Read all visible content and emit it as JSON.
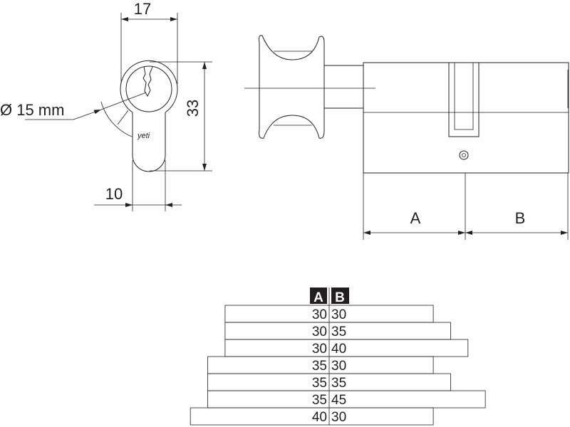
{
  "front_view": {
    "width_label": "17",
    "height_label": "33",
    "bottom_width_label": "10",
    "diameter_label": "Ø 15 mm",
    "brand_mark": "yeti"
  },
  "side_view": {
    "dim_a_label": "A",
    "dim_b_label": "B"
  },
  "table": {
    "header_a": "A",
    "header_b": "B",
    "rows": [
      {
        "a": "30",
        "b": "30"
      },
      {
        "a": "30",
        "b": "35"
      },
      {
        "a": "30",
        "b": "40"
      },
      {
        "a": "35",
        "b": "30"
      },
      {
        "a": "35",
        "b": "35"
      },
      {
        "a": "35",
        "b": "45"
      },
      {
        "a": "40",
        "b": "30"
      }
    ]
  },
  "colors": {
    "line": "#231f20",
    "header_bg": "#231f20"
  }
}
